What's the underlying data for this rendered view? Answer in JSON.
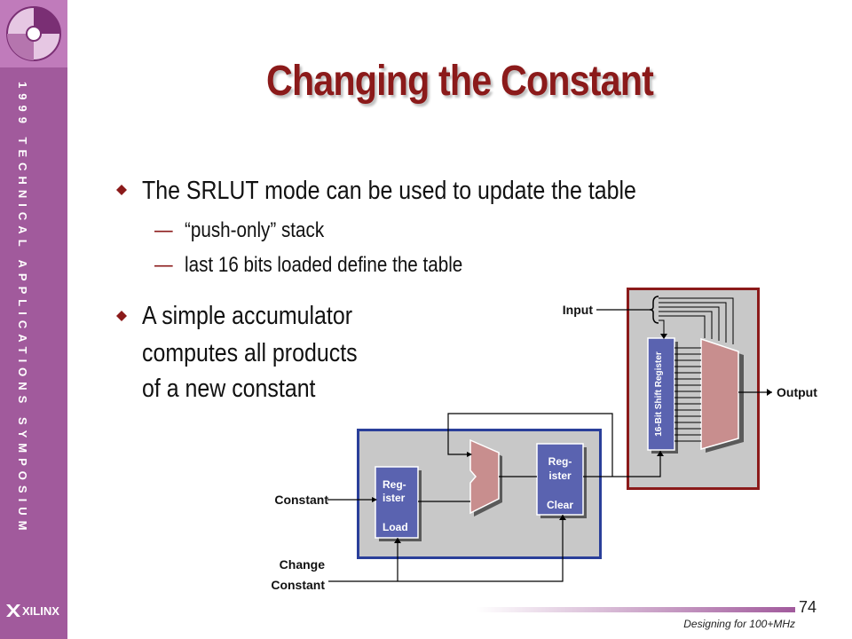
{
  "slide": {
    "title": "Changing the Constant",
    "bullets": [
      {
        "text": "The SRLUT mode can be used to update the table"
      },
      {
        "text": "A simple accumulator computes all products of a new constant",
        "lines": [
          "A simple accumulator",
          "computes all products",
          "of a new constant"
        ]
      }
    ],
    "sub_bullets": [
      {
        "marker": "—",
        "text": "“push-only” stack"
      },
      {
        "marker": "—",
        "text": "last 16 bits loaded define the table"
      }
    ],
    "bullet_marker": "◆"
  },
  "sidebar": {
    "vertical_text": "1999 TECHNICAL APPLICATIONS SYMPOSIUM",
    "logo_text": "XILINX",
    "colors": {
      "sidebar": "#a15a9c",
      "logo_box": "#c07bbb"
    }
  },
  "diagram": {
    "labels": {
      "input": "Input",
      "output": "Output",
      "constant": "Constant",
      "change_constant": [
        "Change",
        "Constant"
      ],
      "shift_register": "16-Bit Shift Register",
      "reg_load": [
        "Reg-",
        "ister",
        "Load"
      ],
      "reg_clear": [
        "Reg-",
        "ister",
        "Clear"
      ]
    },
    "colors": {
      "outer_red_border": "#8b1a1a",
      "outer_blue_border": "#2a3f9a",
      "panel_fill": "#c8c8c8",
      "block_fill": "#5a63b0",
      "mux_fill": "#c88e8e"
    }
  },
  "footer": {
    "page_number": "74",
    "text": "Designing for 100+MHz"
  }
}
